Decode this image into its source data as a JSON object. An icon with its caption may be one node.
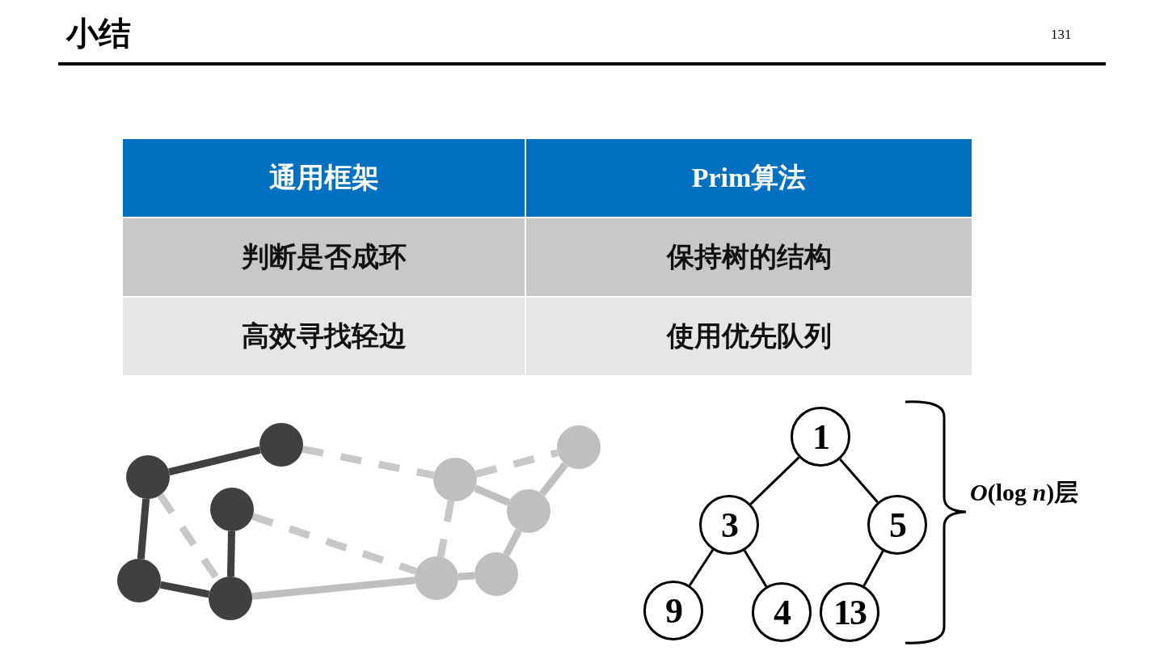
{
  "diagram": {
    "title": "小结",
    "nodes": [
      {
        "text": [],
        "shape": "circle"
      },
      {
        "text": [],
        "shape": "circle"
      },
      {
        "text": [],
        "shape": "circle"
      },
      {
        "text": [],
        "shape": "circle"
      },
      {
        "text": [],
        "shape": "circle"
      },
      {
        "text": [],
        "shape": "circle"
      },
      {
        "text": [],
        "shape": "circle"
      },
      {
        "text": [],
        "shape": "circle"
      },
      {
        "text": [],
        "shape": "circle"
      },
      {
        "text": [],
        "shape": "circle"
      },
      {
        "text": [
          "1"
        ]
      },
      {
        "text": [
          "3"
        ]
      },
      {
        "text": [
          "5"
        ]
      },
      {
        "text": [
          "9"
        ]
      },
      {
        "text": [
          "4"
        ]
      },
      {
        "text": [
          "13"
        ]
      }
    ],
    "edges": [
      {
        "from": 0,
        "to": 1,
        "arrow": "none",
        "color": "#404040"
      },
      {
        "from": 0,
        "to": 3,
        "arrow": "none",
        "color": "#404040"
      },
      {
        "from": 3,
        "to": 4,
        "arrow": "none",
        "color": "#404040"
      },
      {
        "from": 2,
        "to": 4,
        "arrow": "none",
        "color": "#404040"
      },
      {
        "from": 0,
        "to": 4,
        "arrow": "none",
        "style": "dashed"
      },
      {
        "from": 1,
        "to": 5,
        "arrow": "none",
        "style": "dashed"
      },
      {
        "from": 5,
        "to": 6,
        "arrow": "none",
        "style": "dashed"
      },
      {
        "from": 2,
        "to": 8,
        "arrow": "none",
        "style": "dashed"
      },
      {
        "from": 5,
        "to": 8,
        "arrow": "none",
        "style": "dashed"
      },
      {
        "from": 5,
        "to": 7,
        "arrow": "none"
      },
      {
        "from": 6,
        "to": 7,
        "arrow": "none"
      },
      {
        "from": 7,
        "to": 9,
        "arrow": "none"
      },
      {
        "from": 9,
        "to": 8,
        "arrow": "none"
      },
      {
        "from": 4,
        "to": 8,
        "arrow": "none"
      },
      {
        "from": 10,
        "to": 11,
        "arrow": "none",
        "color": "#000000"
      },
      {
        "from": 10,
        "to": 12,
        "arrow": "none",
        "color": "#000000"
      },
      {
        "from": 11,
        "to": 13,
        "arrow": "none",
        "color": "#000000"
      },
      {
        "from": 11,
        "to": 14,
        "arrow": "none",
        "color": "#000000"
      },
      {
        "from": 12,
        "to": 15,
        "arrow": "none",
        "color": "#000000"
      }
    ],
    "labels": [
      "131",
      "通用框架",
      "Prim算法",
      "判断是否成环",
      "保持树的结构",
      "高效寻找轻边",
      "使用优先队列",
      "*O*(log *n*)层"
    ]
  }
}
